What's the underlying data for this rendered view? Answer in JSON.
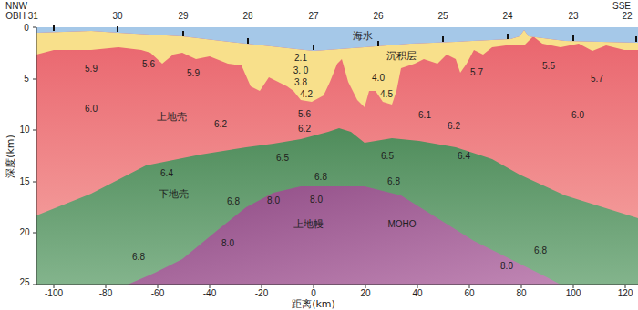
{
  "diagram": {
    "labels": [
      "NNW",
      "OBH 31",
      "30",
      "29",
      "28",
      "27",
      "26",
      "25",
      "24",
      "23",
      "SSE",
      "22",
      "0",
      "5",
      "10",
      "15",
      "20",
      "25",
      "深度(km)",
      "-100",
      "-80",
      "-60",
      "-40",
      "-20",
      "0",
      "20",
      "40",
      "60",
      "80",
      "100",
      "120",
      "距离(km)",
      "海水",
      "沉积层",
      "上地壳",
      "下地壳",
      "上地幔",
      "MOHO",
      "5.9",
      "5.6",
      "5.9",
      "6.0",
      "6.2",
      "2.1",
      "3. 0",
      "3.8",
      "4.2",
      "5.6",
      "6.2",
      "4.0",
      "4.5",
      "5.7",
      "5.5",
      "5.7",
      "6.1",
      "6.2",
      "6.0",
      "6.4",
      "6.5",
      "6.5",
      "6.4",
      "6.8",
      "6.8",
      "6.8",
      "8.0",
      "8.0",
      "8.0",
      "6.8",
      "6.8",
      "8.0"
    ]
  }
}
